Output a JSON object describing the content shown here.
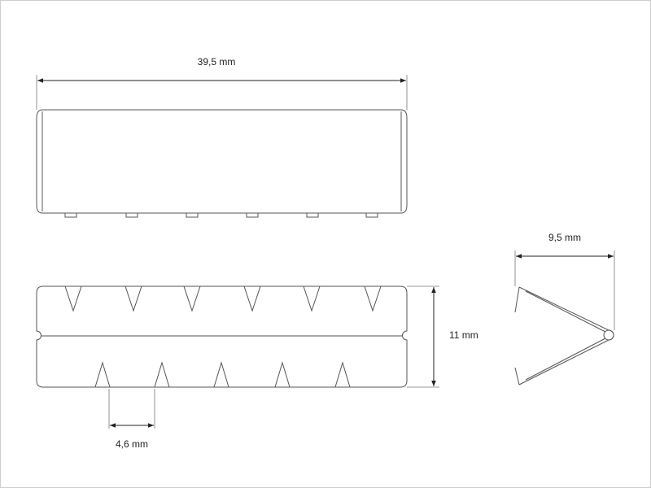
{
  "dimensions": {
    "total_length": "39,5 mm",
    "height": "11 mm",
    "profile_width": "9,5 mm",
    "tooth_pitch": "4,6 mm"
  },
  "colors": {
    "line": "#555555",
    "dimension": "#222222",
    "background": "#ffffff"
  }
}
